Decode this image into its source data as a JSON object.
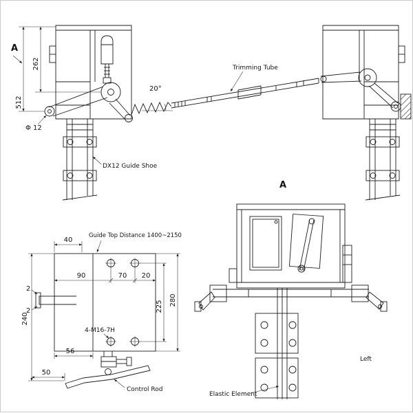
{
  "page": {
    "background": "#ffffff",
    "line_color": "#1c1c1c"
  },
  "side_view": {
    "view_label": "A",
    "dims": {
      "d262": "262",
      "d512": "512",
      "phi12": "Φ 12",
      "angle20": "20°"
    },
    "labels": {
      "trimming_tube": "Trimming Tube",
      "guide_shoe": "DX12 Guide Shoe"
    }
  },
  "plan_view": {
    "labels": {
      "guide_top_distance": "Guide Top Distance 1400~2150",
      "thread_callout": "4-M16-7H",
      "control_rod": "Control Rod"
    },
    "dims": {
      "d40": "40",
      "d90": "90",
      "d70": "70",
      "d20": "20",
      "d2_upper": "2",
      "d2_lower": "2",
      "d225": "225",
      "d280": "280",
      "d56": "56",
      "d240": "240",
      "d50": "50"
    }
  },
  "front_view": {
    "view_label": "A",
    "labels": {
      "left": "Left",
      "elastic_element": "Elastic Element"
    }
  }
}
